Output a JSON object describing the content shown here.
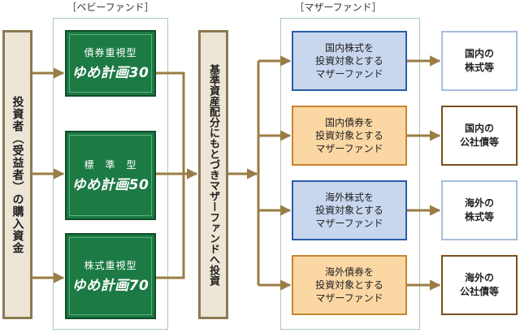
{
  "labels": {
    "baby_fund": "［ベビーファンド］",
    "mother_fund": "［マザーファンド］"
  },
  "investor_box": "投資者（受益者）の購入資金",
  "baby_funds": [
    {
      "sub": "債券重視型",
      "brand": "ゆめ計画30"
    },
    {
      "sub": "標　準　型",
      "brand": "ゆめ計画50"
    },
    {
      "sub": "株式重視型",
      "brand": "ゆめ計画70"
    }
  ],
  "invest_box": "基準資産配分にもとづきマザーファンドへ投資",
  "mother_funds": [
    {
      "text": "国内株式を\n投資対象とする\nマザーファンド",
      "color": "blue"
    },
    {
      "text": "国内債券を\n投資対象とする\nマザーファンド",
      "color": "orange"
    },
    {
      "text": "海外株式を\n投資対象とする\nマザーファンド",
      "color": "blue"
    },
    {
      "text": "海外債券を\n投資対象とする\nマザーファンド",
      "color": "orange"
    }
  ],
  "assets": [
    {
      "text": "国内の\n株式等",
      "color": "blue"
    },
    {
      "text": "国内の\n公社債等",
      "color": "brown"
    },
    {
      "text": "海外の\n株式等",
      "color": "blue"
    },
    {
      "text": "海外の\n公社債等",
      "color": "brown"
    }
  ],
  "colors": {
    "arrow": "#9a7d45",
    "fund_green": "#1c7a44",
    "frame_green": "#a9cdb0",
    "mother_blue": "#c8d6ee",
    "mother_orange": "#fbd7a4"
  }
}
